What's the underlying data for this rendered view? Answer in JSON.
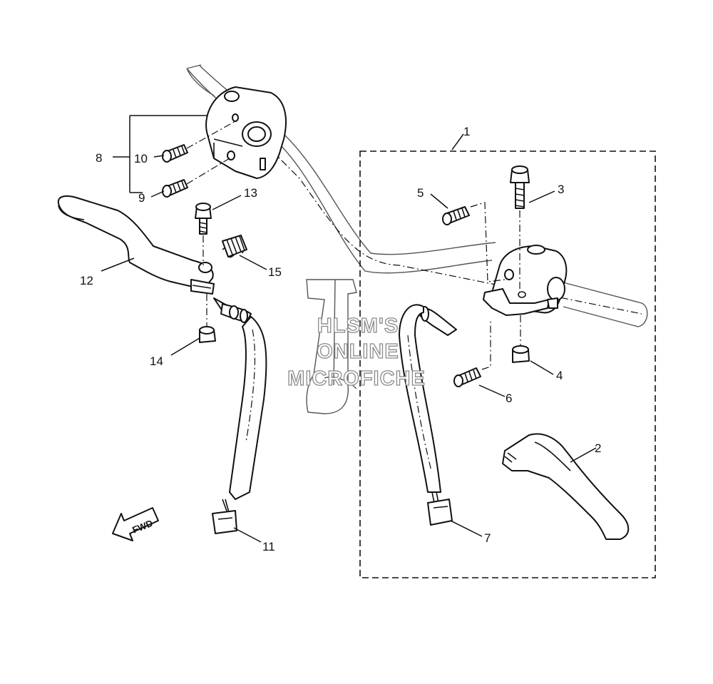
{
  "watermark": {
    "line1": "HLSM'S",
    "line2": "ONLINE",
    "line3": "MICROFICHE"
  },
  "direction_marker": {
    "label": "FWD",
    "icon": "forward-arrow-icon"
  },
  "callouts": {
    "c1": "1",
    "c2": "2",
    "c3": "3",
    "c4": "4",
    "c5": "5",
    "c6": "6",
    "c7": "7",
    "c8": "8",
    "c9": "9",
    "c10": "10",
    "c11": "11",
    "c12": "12",
    "c13": "13",
    "c14": "14",
    "c15": "15"
  },
  "colors": {
    "line": "#111111",
    "watermark_outline": "#8a8a8a",
    "background": "#ffffff"
  }
}
